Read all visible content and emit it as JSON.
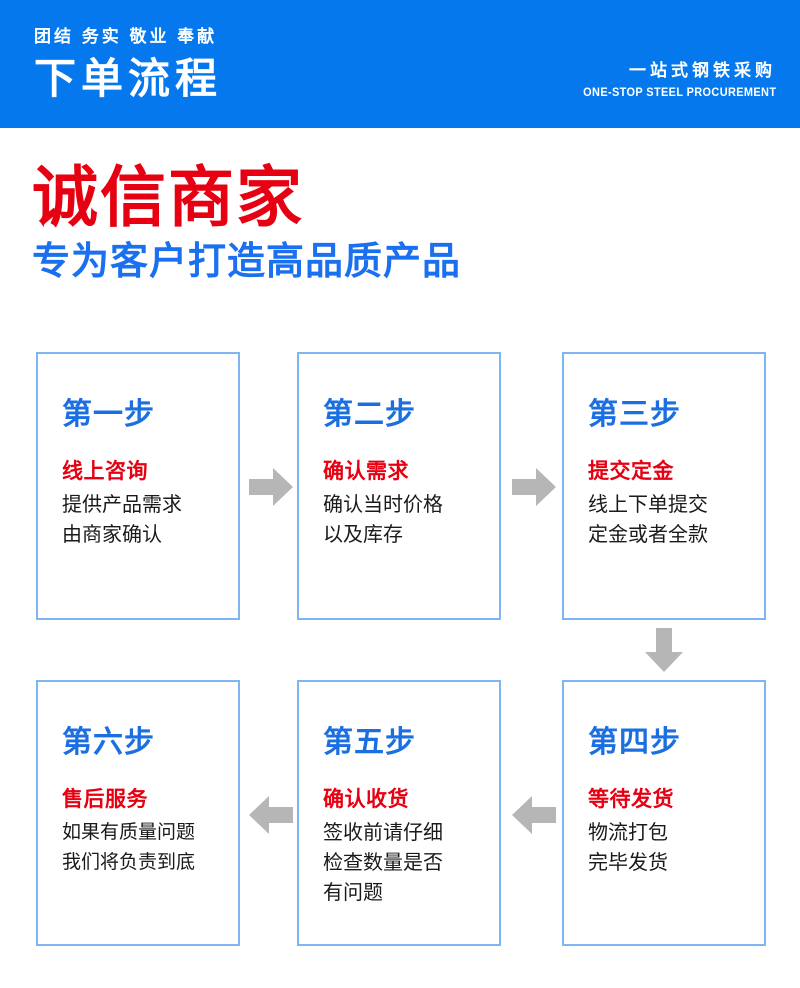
{
  "header": {
    "slogan": "团结  务实  敬业  奉献",
    "title": "下单流程",
    "right_cn": "一站式钢铁采购",
    "right_en": "ONE-STOP STEEL PROCUREMENT",
    "bg_color": "#0678ee"
  },
  "hero": {
    "main_title": "诚信商家",
    "main_color": "#e60012",
    "subtitle": "专为客户打造高品质产品",
    "subtitle_color": "#1a70ef"
  },
  "steps": [
    {
      "title": "第一步",
      "highlight": "线上咨询",
      "desc_line1": "提供产品需求",
      "desc_line2": "由商家确认",
      "desc_line3": ""
    },
    {
      "title": "第二步",
      "highlight": "确认需求",
      "desc_line1": "确认当时价格",
      "desc_line2": "以及库存",
      "desc_line3": ""
    },
    {
      "title": "第三步",
      "highlight": "提交定金",
      "desc_line1": "线上下单提交",
      "desc_line2": "定金或者全款",
      "desc_line3": ""
    },
    {
      "title": "第四步",
      "highlight": "等待发货",
      "desc_line1": "物流打包",
      "desc_line2": "完毕发货",
      "desc_line3": ""
    },
    {
      "title": "第五步",
      "highlight": "确认收货",
      "desc_line1": "签收前请仔细",
      "desc_line2": "检查数量是否",
      "desc_line3": "有问题"
    },
    {
      "title": "第六步",
      "highlight": "售后服务",
      "desc_line1": "如果有质量问题",
      "desc_line2": "我们将负责到底",
      "desc_line3": ""
    }
  ],
  "arrows": {
    "color": "#b6b6b6",
    "step1_to_step2": "arrow-right",
    "step2_to_step3": "arrow-right",
    "step3_to_step4": "arrow-down",
    "step4_to_step5": "arrow-left",
    "step5_to_step6": "arrow-left"
  },
  "theme": {
    "step_title_color": "#1b6fe0",
    "highlight_color": "#e60012",
    "box_border_color": "#7fb5f0",
    "body_text_color": "#1a1a1a"
  }
}
